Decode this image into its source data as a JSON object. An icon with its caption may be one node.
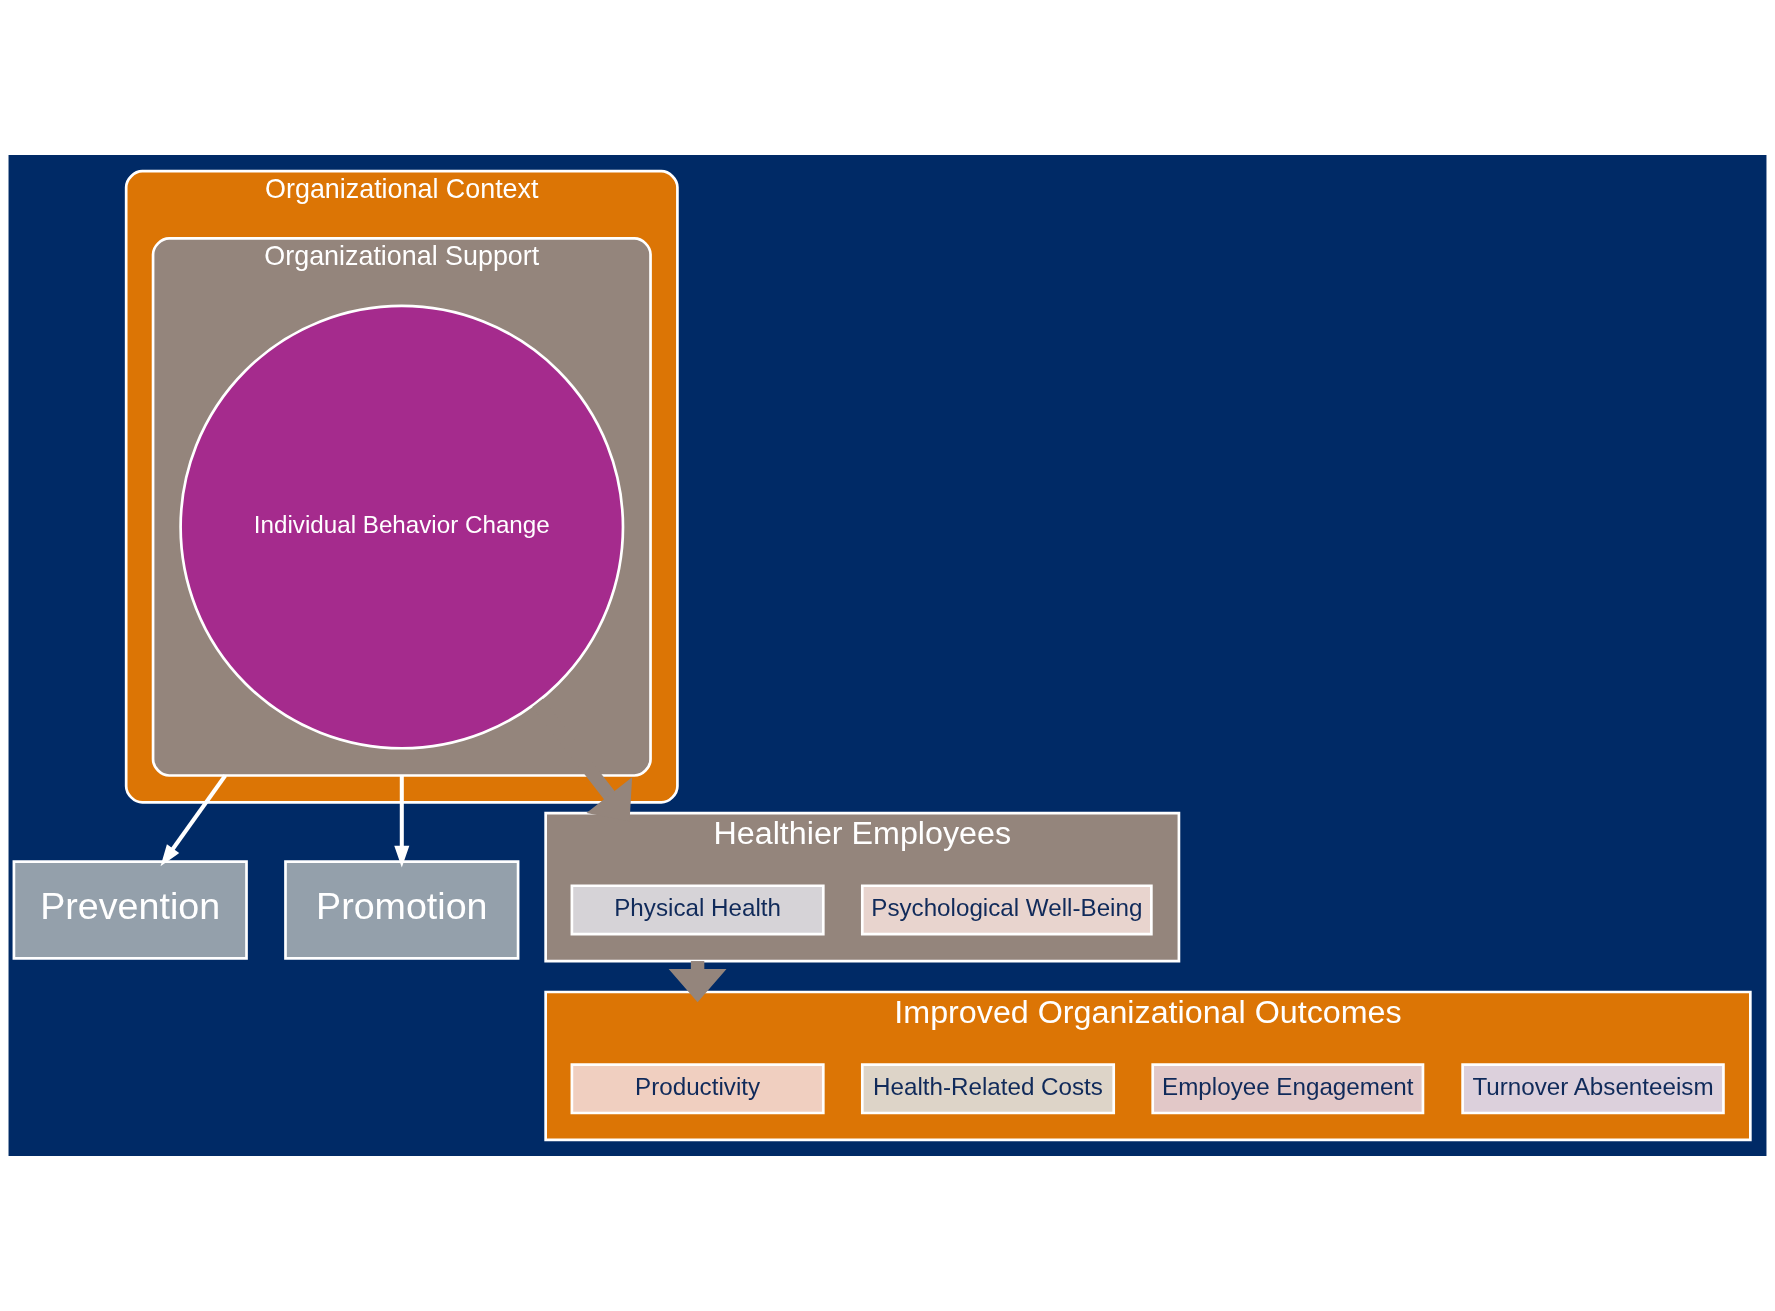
{
  "diagram": {
    "nodes": [
      {
        "text": [
          "Organizational Context"
        ]
      },
      {
        "text": [
          "Organizational Support"
        ],
        "in": 0
      },
      {
        "text": [
          "Individual Behavior Change"
        ],
        "in": 1
      },
      {
        "text": [
          "Prevention"
        ]
      },
      {
        "text": [
          "Promotion"
        ]
      },
      {
        "text": [
          "Healthier Employees"
        ]
      },
      {
        "text": [
          "Physical Health"
        ],
        "in": 5
      },
      {
        "text": [
          "Psychological Well-Being"
        ],
        "in": 5
      },
      {
        "text": [
          "Improved Organizational Outcomes"
        ]
      },
      {
        "text": [
          "Productivity"
        ],
        "in": 8
      },
      {
        "text": [
          "Health-Related Costs"
        ],
        "in": 8
      },
      {
        "text": [
          "Employee Engagement"
        ],
        "in": 8
      },
      {
        "text": [
          "Turnover Absenteeism"
        ],
        "in": 8
      }
    ],
    "edges": [
      {
        "from": 1,
        "to": 3,
        "arrow": "to"
      },
      {
        "from": 1,
        "to": 4,
        "arrow": "to"
      },
      {
        "from": 2,
        "to": 5,
        "arrow": "to",
        "style": "thick",
        "color": "#94857c"
      },
      {
        "from": 5,
        "to": 8,
        "arrow": "to",
        "style": "thick",
        "color": "#94857c"
      }
    ]
  }
}
